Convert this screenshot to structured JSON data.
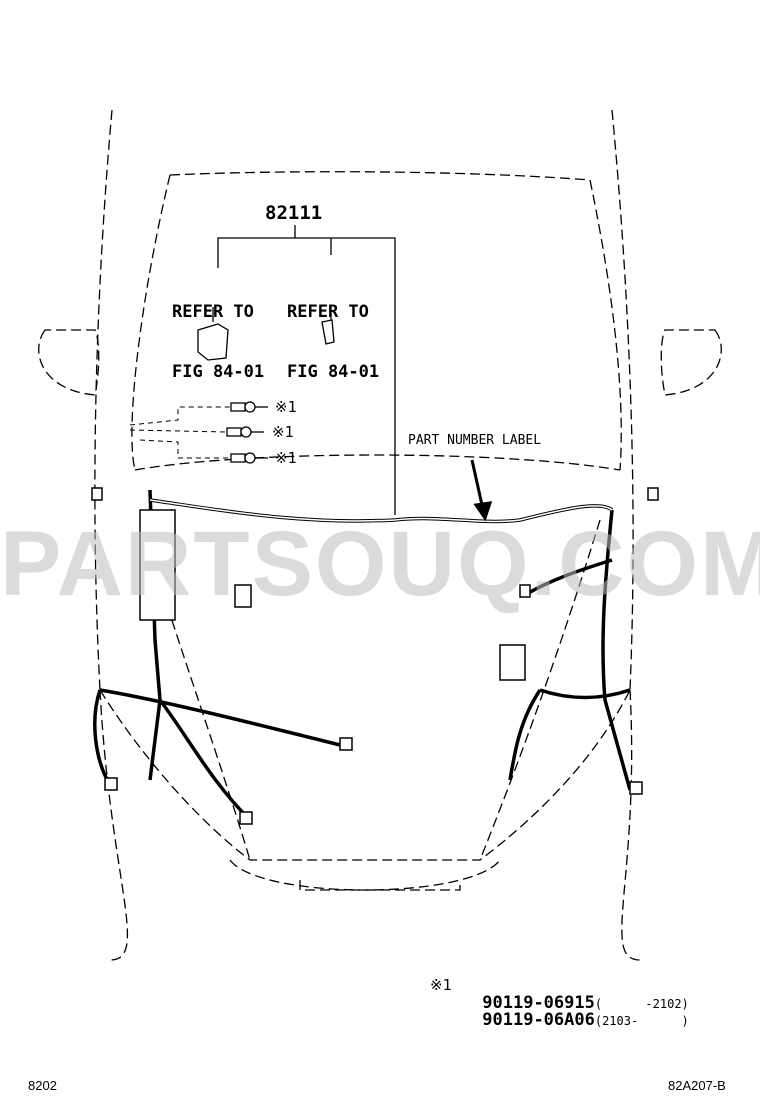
{
  "diagram": {
    "main_part_number": "82111",
    "refer_left": [
      "REFER TO",
      "FIG 84-01"
    ],
    "refer_right": [
      "REFER TO",
      "FIG 84-01"
    ],
    "bolt_marks": [
      "※1",
      "※1",
      "※1"
    ],
    "part_number_label": "PART NUMBER LABEL",
    "footnote": {
      "mark": "※1",
      "parts": [
        {
          "number": "90119-06915",
          "range": "(      -2102)"
        },
        {
          "number": "90119-06A06",
          "range": "(2103-      )"
        }
      ]
    },
    "page_code_left": "8202",
    "page_code_right": "82A207-B"
  },
  "watermark": "PARTSOUQ.COM"
}
